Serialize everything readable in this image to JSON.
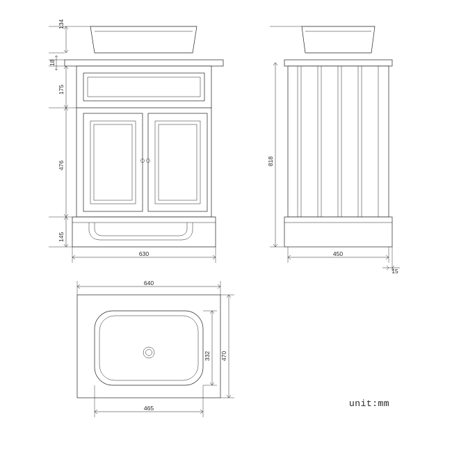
{
  "drawing": {
    "title": "bathroom vanity unit technical drawing",
    "unit_note": "unit:mm",
    "views": [
      {
        "name": "front-elevation",
        "label": ""
      },
      {
        "name": "side-elevation",
        "label": ""
      },
      {
        "name": "top-plan",
        "label": ""
      }
    ],
    "dimensions": {
      "front": {
        "basin_height": "134",
        "counter_thickness": "18",
        "drawer_height": "175",
        "door_height": "476",
        "plinth_height": "145",
        "width": "630"
      },
      "side": {
        "total_height": "818",
        "depth": "450",
        "plinth_offset": "15"
      },
      "plan": {
        "counter_width": "640",
        "counter_depth": "470",
        "basin_depth": "332",
        "basin_width": "465"
      }
    },
    "colors": {
      "line": "#231f20",
      "background": "#ffffff"
    }
  }
}
